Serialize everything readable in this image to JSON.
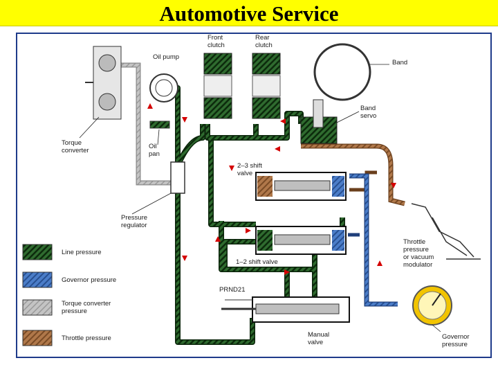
{
  "title": "Automotive Service",
  "labels": {
    "front_clutch": [
      "Front",
      "clutch"
    ],
    "rear_clutch": [
      "Rear",
      "clutch"
    ],
    "oil_pump": "Oil pump",
    "band": "Band",
    "band_servo": [
      "Band",
      "servo"
    ],
    "torque_converter": [
      "Torque",
      "converter"
    ],
    "oil_pan": [
      "Oil",
      "pan"
    ],
    "shift_23": [
      "2–3 shift",
      "valve"
    ],
    "pressure_regulator": [
      "Pressure",
      "regulator"
    ],
    "throttle": [
      "Throttle",
      "pressure",
      "or vacuum",
      "modulator"
    ],
    "shift_12": "1–2 shift valve",
    "prnd21": "PRND21",
    "manual_valve": [
      "Manual",
      "valve"
    ],
    "governor": [
      "Governor",
      "pressure"
    ]
  },
  "legend": [
    {
      "label": [
        "Line pressure"
      ],
      "color": "#2f6b2f",
      "stripe": "#0c2a0c"
    },
    {
      "label": [
        "Governor pressure"
      ],
      "color": "#4b7dc8",
      "stripe": "#274f90"
    },
    {
      "label": [
        "Torque converter",
        "pressure"
      ],
      "color": "#bdbdbd",
      "stripe": "#8a8a8a"
    },
    {
      "label": [
        "Throttle pressure"
      ],
      "color": "#b0784a",
      "stripe": "#7a4b25"
    }
  ],
  "colors": {
    "title_bg": "#ffff00",
    "border": "#1e3a8a",
    "arrow": "#d40000",
    "gauge": "#f2c400"
  }
}
